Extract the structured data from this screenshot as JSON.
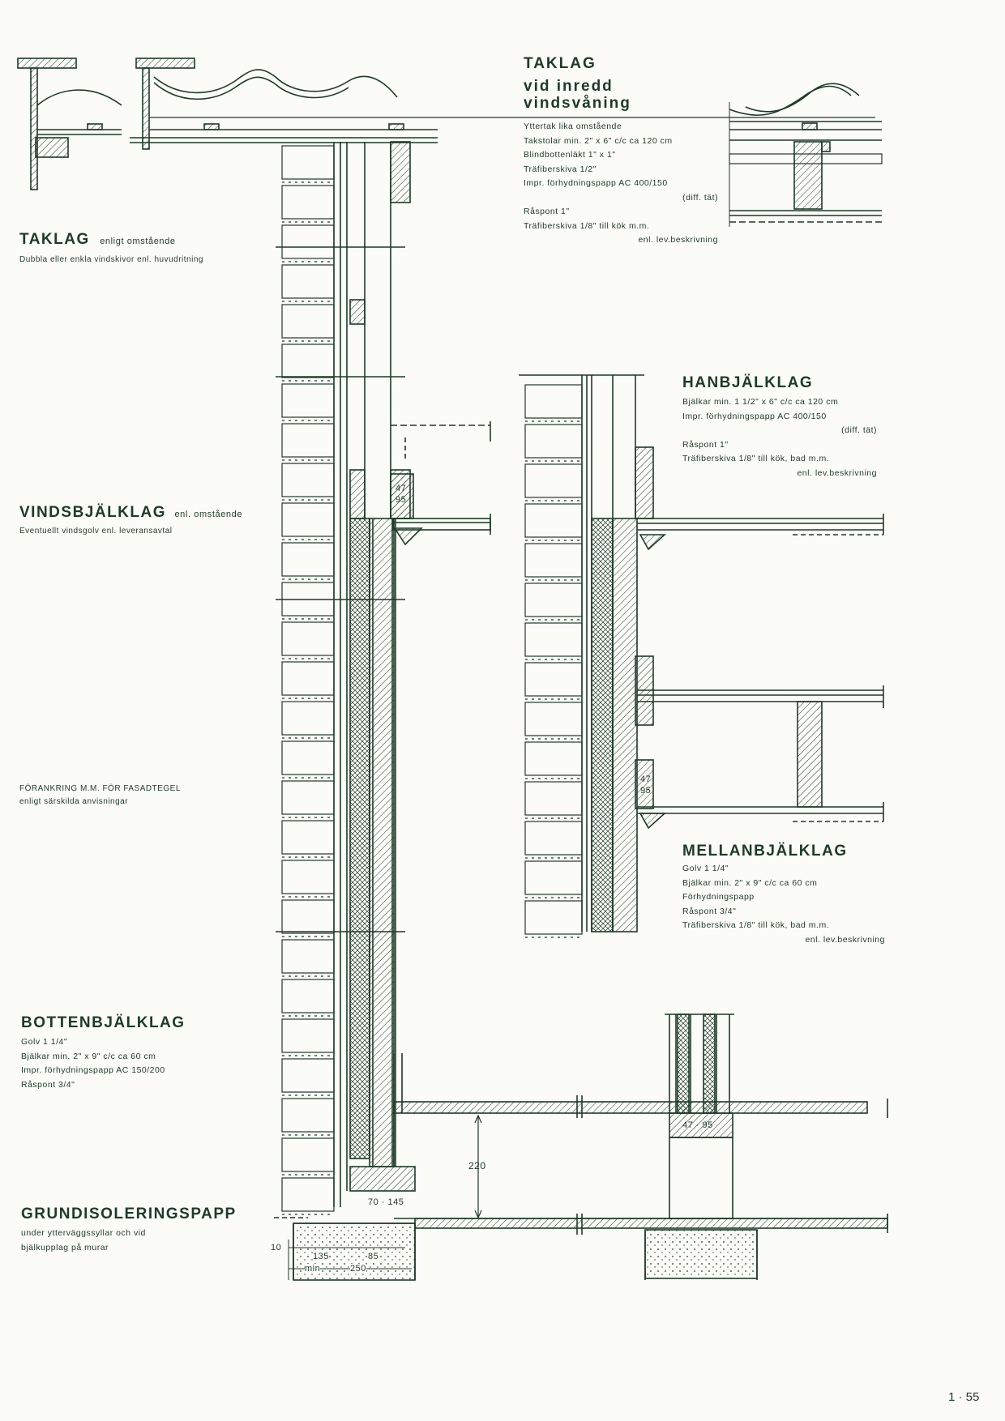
{
  "sections": {
    "taklag_inredd": {
      "title_1": "TAKLAG",
      "title_2": "vid   inredd",
      "title_3": "vindsvåning",
      "lines": [
        "Yttertak  lika  omstående",
        "Takstolar  min.  2\" x 6\"  c/c  ca    120  cm",
        "Blindbottenläkt      1\" x 1\"",
        "Träfiberskiva      1/2\"",
        "Impr.  förhydningspapp      AC  400/150",
        "(diff. tät)",
        "Råspont    1\"",
        "Träfiberskiva      1/8\"  till   kök   m.m.",
        "enl.  lev.beskrivning"
      ]
    },
    "taklag": {
      "title": "TAKLAG",
      "title_suffix": "enligt   omstående",
      "sub": "Dubbla  eller enkla vindskivor enl. huvudritning"
    },
    "hanbjalklag": {
      "title": "HANBJÄLKLAG",
      "lines": [
        "Bjälkar   min.   1 1/2\" x 6\"  c/c  ca  120  cm",
        "Impr.  förhydningspapp    AC  400/150",
        "(diff.  tät)",
        "Råspont      1\"",
        "Träfiberskiva      1/8\"  till  kök,  bad  m.m.",
        "enl.  lev.beskrivning"
      ]
    },
    "vindsbjalklag": {
      "title": "VINDSBJÄLKLAG",
      "title_suffix": "enl.  omstående",
      "sub": "Eventuellt   vindsgolv   enl.   leveransavtal"
    },
    "forankring": {
      "line1": "FÖRANKRING  M.M.  FÖR  FASADTEGEL",
      "line2": "enligt    särskilda   anvisningar"
    },
    "mellanbjalklag": {
      "title": "MELLANBJÄLKLAG",
      "lines": [
        "Golv     1 1/4\"",
        "Bjälkar   min.   2\" x 9\"  c/c  ca  60  cm",
        "Förhydningspapp",
        "Råspont      3/4\"",
        "Träfiberskiva      1/8\"  till  kök,  bad  m.m.",
        "enl.  lev.beskrivning"
      ]
    },
    "bottenbjalklag": {
      "title": "BOTTENBJÄLKLAG",
      "lines": [
        "Golv     1 1/4\"",
        "Bjälkar   min.   2\" x 9\"  c/c  ca  60  cm",
        "Impr.  förhydningspapp    AC  150/200",
        "Råspont      3/4\""
      ]
    },
    "grundisolering": {
      "title": "GRUNDISOLERINGSPAPP",
      "lines": [
        "under  ytterväggssyllar  och   vid",
        "bjälkupplag  på  murar"
      ]
    }
  },
  "dimensions": {
    "d47_95_a_top": "47",
    "d47_95_a_bot": "95",
    "d47_95_b_top": "47",
    "d47_95_b_bot": "95",
    "d220": "220",
    "d47_95_c": "47 · 95",
    "d70_145": "70 · 145",
    "d10": "10",
    "d135": "135",
    "d85": "85",
    "dmin": "min",
    "d250": "250"
  },
  "page_number": "1 · 55",
  "colors": {
    "ink": "#1d3b26",
    "paper": "#fbfbf8"
  }
}
